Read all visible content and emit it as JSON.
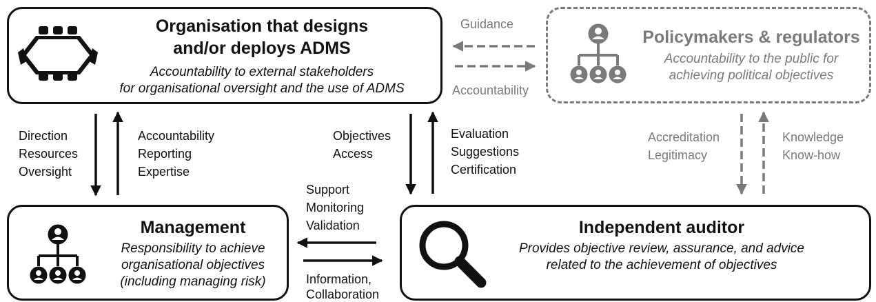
{
  "organisation": {
    "title": "Organisation that designs\nand/or deploys ADMS",
    "desc": "Accountability to external stakeholders\nfor organisational oversight and the use of ADMS",
    "icon": "conference-table-icon"
  },
  "policymakers": {
    "title": "Policymakers & regulators",
    "desc": "Accountability to the public for\nachieving political objectives",
    "icon": "hierarchy-icon"
  },
  "management": {
    "title": "Management",
    "desc": "Responsibility to achieve\norganisational objectives\n(including managing risk)",
    "icon": "hierarchy-icon"
  },
  "auditor": {
    "title": "Independent auditor",
    "desc": "Provides objective review, assurance, and advice\nrelated to the achievement of objectives",
    "icon": "magnifier-icon"
  },
  "flows": {
    "guidance": "Guidance",
    "accountability": "Accountability",
    "org_to_mgmt": "Direction\nResources\nOversight",
    "mgmt_to_org": "Accountability\nReporting\nExpertise",
    "org_to_auditor": "Objectives\nAccess",
    "auditor_to_org": "Evaluation\nSuggestions\nCertification",
    "policy_to_auditor": "Accreditation\nLegitimacy",
    "auditor_to_policy": "Knowledge\nKnow-how",
    "auditor_to_mgmt": "Support\nMonitoring\nValidation",
    "mgmt_to_auditor": "Information,\nCollaboration"
  },
  "colors": {
    "solid": "#111111",
    "muted": "#7a7a7a"
  }
}
